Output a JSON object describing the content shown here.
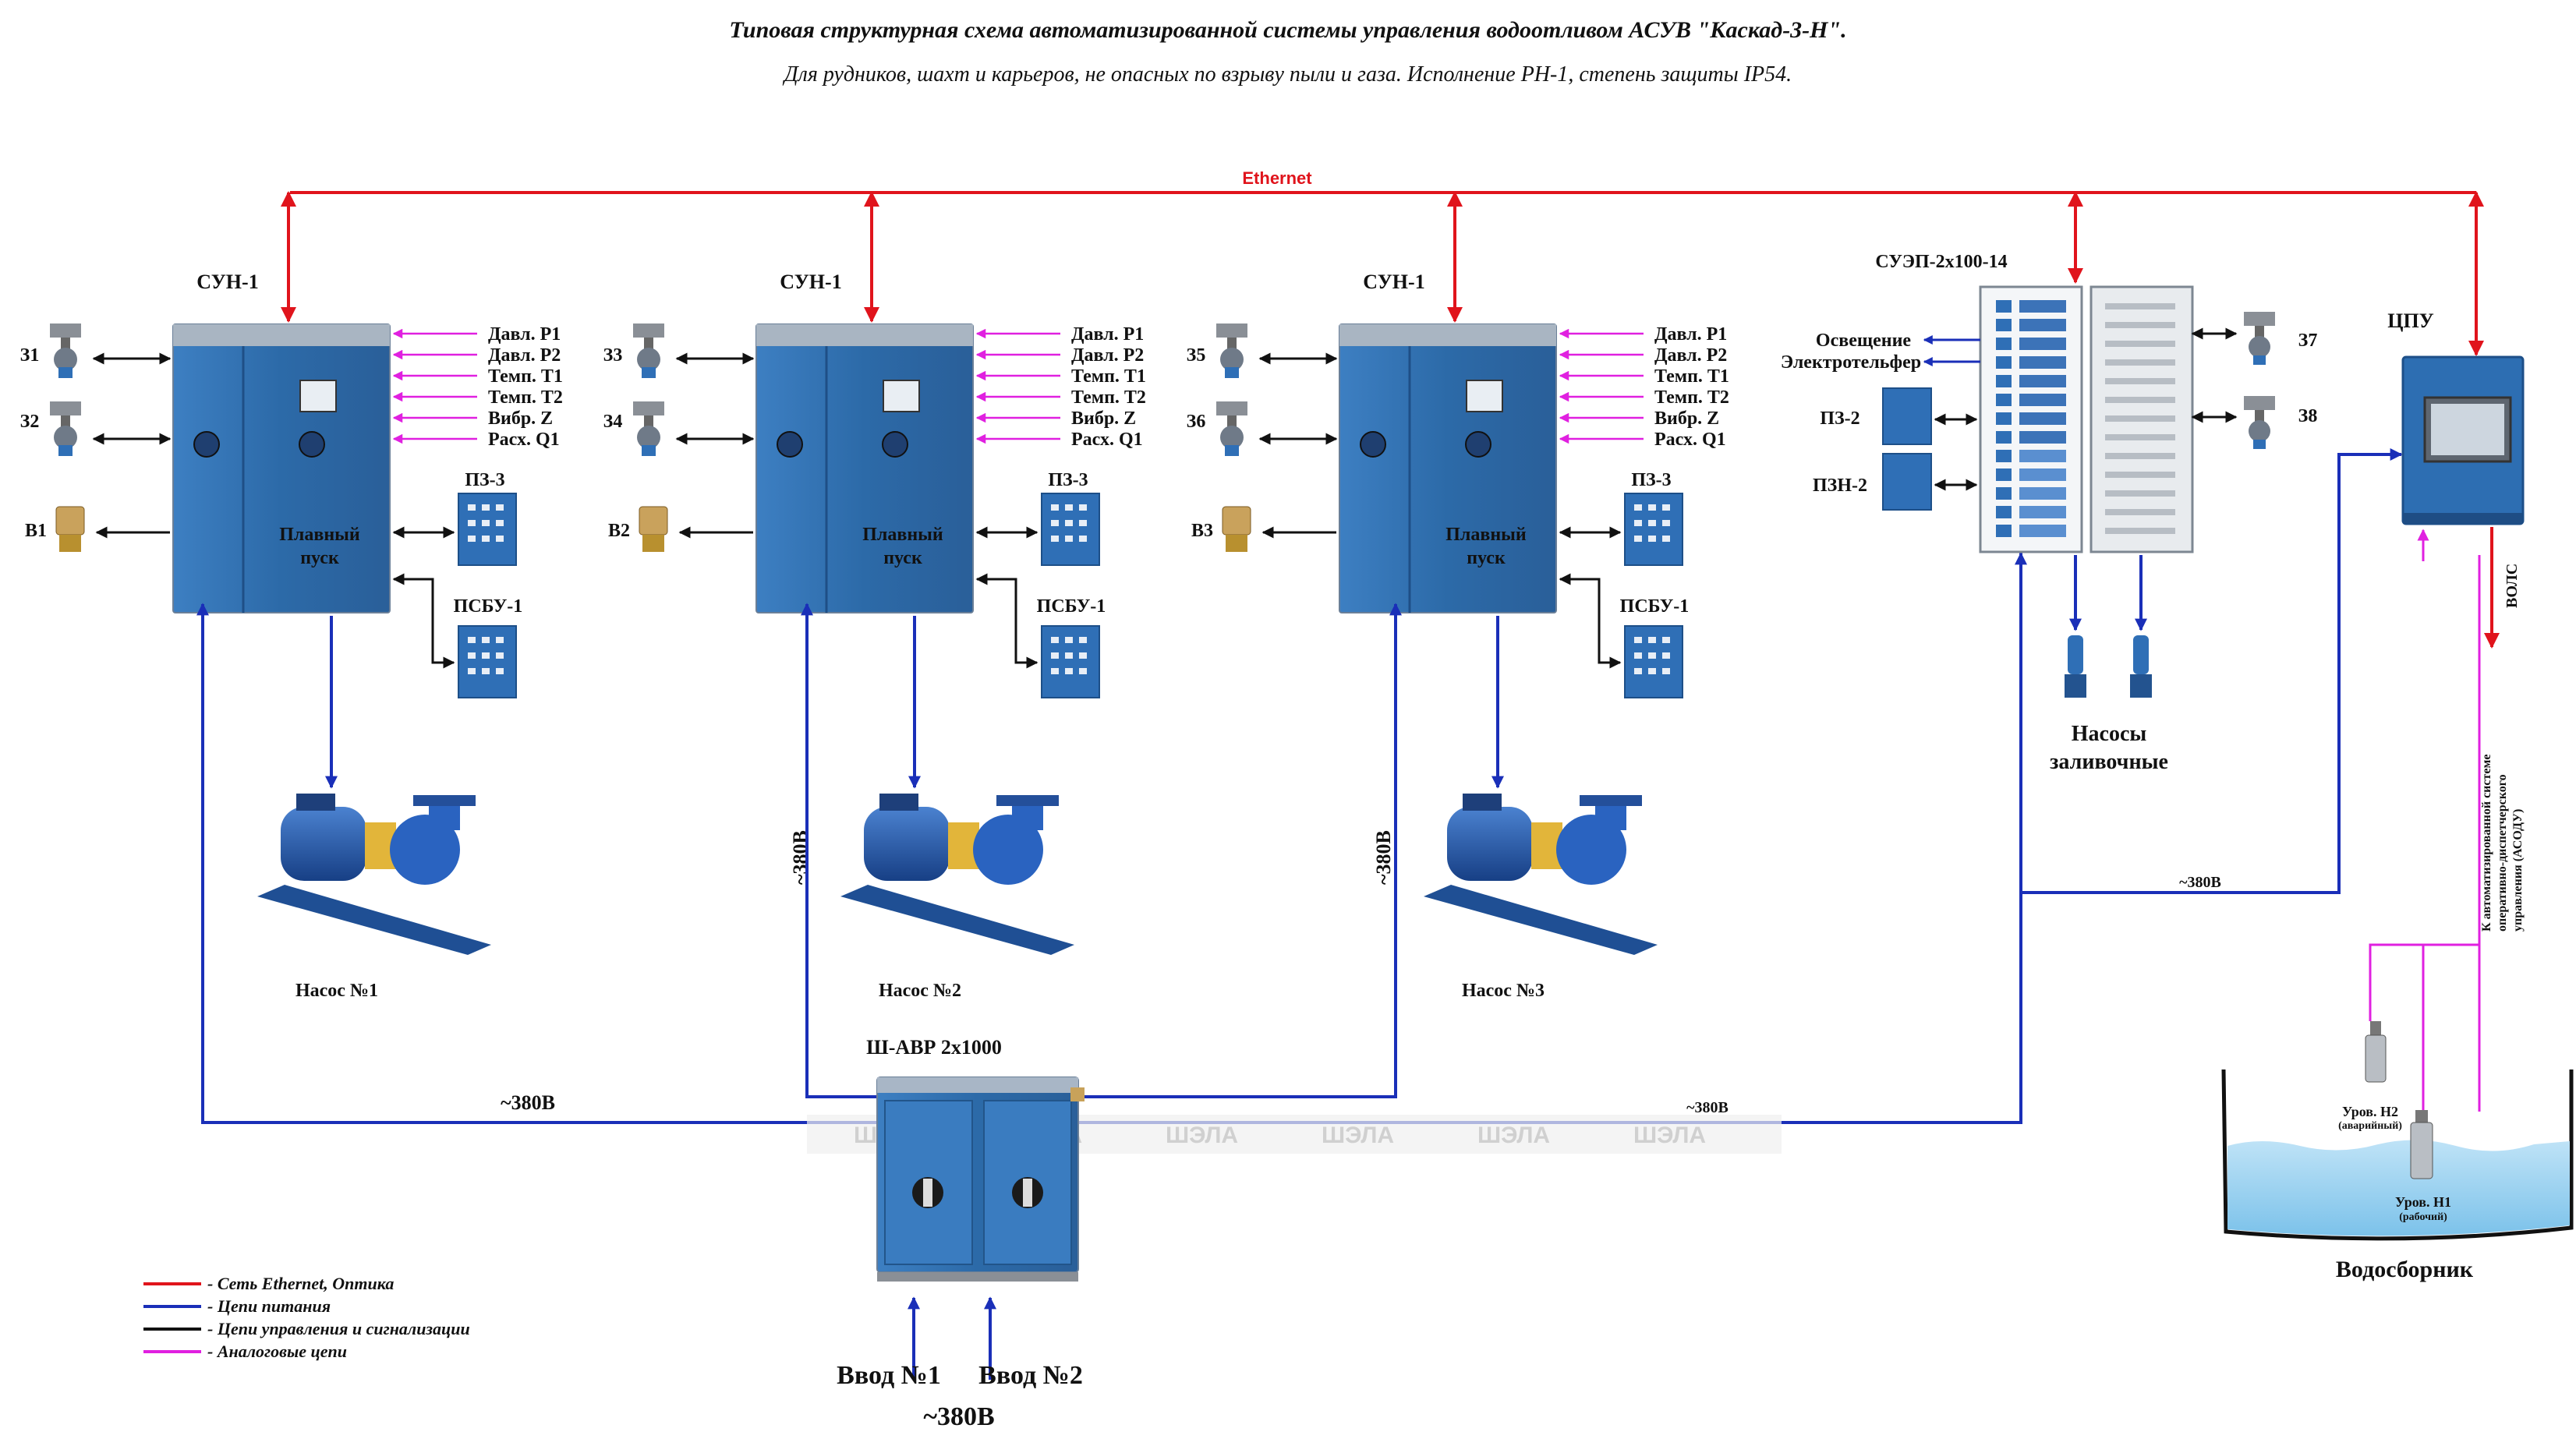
{
  "header": {
    "title": "Типовая структурная схема автоматизированной системы управления водоотливом АСУВ \"Каскад-3-Н\".",
    "subtitle": "Для рудников, шахт и карьеров, не опасных по взрыву пыли и газа. Исполнение РН-1, степень защиты IP54."
  },
  "network": {
    "ethernet_label": "Ethernet"
  },
  "colors": {
    "ethernet": "#e0141c",
    "power": "#1a2fb8",
    "control": "#111111",
    "analog": "#e020e0",
    "cabinet": "#2e6fb3"
  },
  "sun": [
    {
      "title": "СУН-1",
      "cabinet_label_1": "Плавный",
      "cabinet_label_2": "пуск",
      "gates": [
        "З1",
        "З2"
      ],
      "valve": "В1",
      "sensors": [
        "Давл. Р1",
        "Давл. Р2",
        "Темп. Т1",
        "Темп. Т2",
        "Вибр. Z",
        "Расх. Q1"
      ],
      "pz": "ПЗ-3",
      "psbu": "ПСБУ-1",
      "pump": "Насос №1",
      "power": ""
    },
    {
      "title": "СУН-1",
      "cabinet_label_1": "Плавный",
      "cabinet_label_2": "пуск",
      "gates": [
        "З3",
        "З4"
      ],
      "valve": "В2",
      "sensors": [
        "Давл. Р1",
        "Давл. Р2",
        "Темп. Т1",
        "Темп. Т2",
        "Вибр. Z",
        "Расх. Q1"
      ],
      "pz": "ПЗ-3",
      "psbu": "ПСБУ-1",
      "pump": "Насос №2",
      "power": "~380В"
    },
    {
      "title": "СУН-1",
      "cabinet_label_1": "Плавный",
      "cabinet_label_2": "пуск",
      "gates": [
        "З5",
        "З6"
      ],
      "valve": "В3",
      "sensors": [
        "Давл. Р1",
        "Давл. Р2",
        "Темп. Т1",
        "Темп. Т2",
        "Вибр. Z",
        "Расх. Q1"
      ],
      "pz": "ПЗ-3",
      "psbu": "ПСБУ-1",
      "pump": "Насос №3",
      "power": "~380В"
    }
  ],
  "suep": {
    "title": "СУЭП-2х100-14",
    "outputs": [
      "Освещение",
      "Электротельфер"
    ],
    "panels": [
      "ПЗ-2",
      "ПЗН-2"
    ],
    "gates": [
      "З7",
      "З8"
    ],
    "pumps_label_1": "Насосы",
    "pumps_label_2": "заливочные"
  },
  "cpu": {
    "title": "ЦПУ",
    "vols": "ВОЛС",
    "asodu_lines": [
      "К автоматизированной системе",
      "оперативно-диспетчерского",
      "управления (АСОДУ)"
    ]
  },
  "avr": {
    "title": "Ш-АВР 2х1000",
    "inputs": [
      "Ввод №1",
      "Ввод №2"
    ],
    "voltage": "~380В",
    "bus_left": "~380В",
    "bus_right": "~380В",
    "cpu_feed": "~380В",
    "watermark": "ШЭЛА"
  },
  "sump": {
    "title": "Водосборник",
    "sensor_h2": "Уров. Н2",
    "sensor_h2_sub": "(аварийный)",
    "sensor_h1": "Уров. Н1",
    "sensor_h1_sub": "(рабочий)"
  },
  "legend": [
    {
      "label": "- Сеть Ethernet, Оптика",
      "color": "#e0141c"
    },
    {
      "label": "- Цепи питания",
      "color": "#1a2fb8"
    },
    {
      "label": "- Цепи управления и сигнализации",
      "color": "#111111"
    },
    {
      "label": "- Аналоговые цепи",
      "color": "#e020e0"
    }
  ]
}
